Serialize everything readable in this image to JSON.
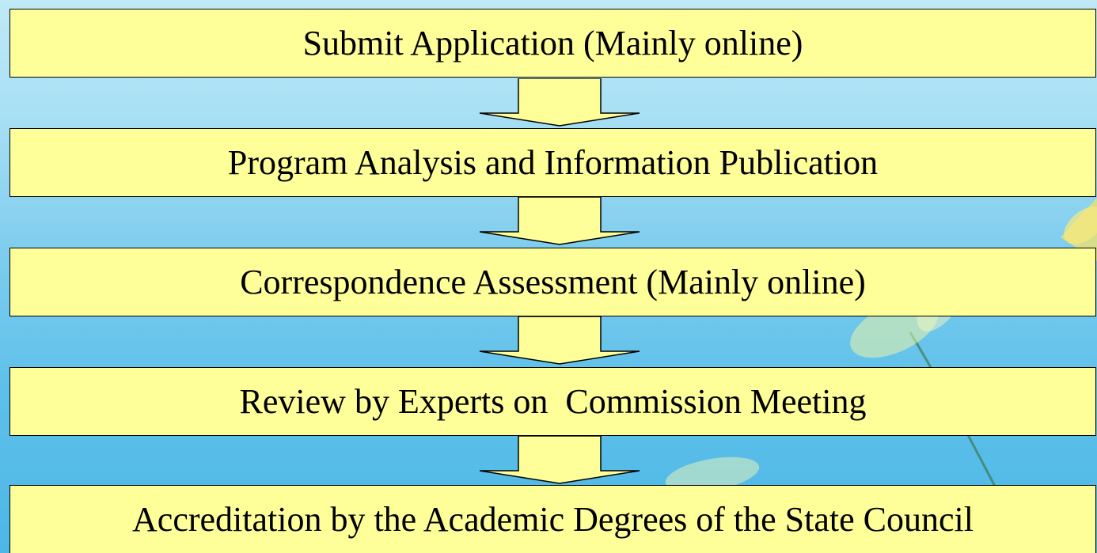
{
  "steps": [
    {
      "label": "Submit Application (Mainly online)"
    },
    {
      "label": "Program Analysis and Information Publication"
    },
    {
      "label": "Correspondence Assessment (Mainly online)"
    },
    {
      "label": "Review by Experts on  Commission Meeting"
    },
    {
      "label": "Accreditation by the Academic Degrees of the State Council"
    }
  ],
  "colors": {
    "box_fill": "#ffff99",
    "box_border": "#000000",
    "arrow_fill": "#ffff99",
    "background_top": "#bfe9f7",
    "background_bottom": "#4db7e6"
  }
}
